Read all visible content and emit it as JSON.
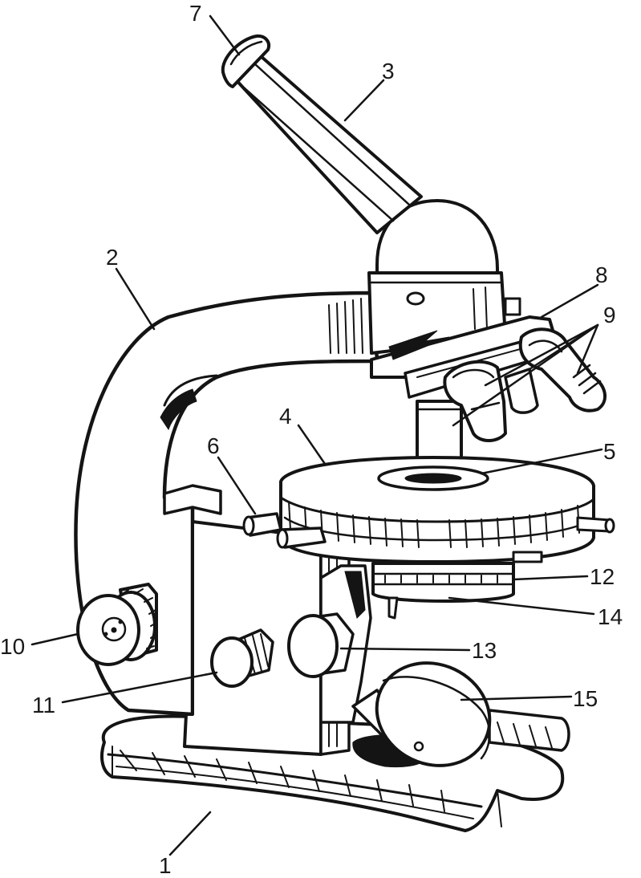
{
  "labels": {
    "base": "1",
    "arm": "2",
    "tube": "3",
    "stage": "4",
    "stage_opening": "5",
    "stage_clip_screw": "6",
    "eyepiece": "7",
    "revolving_nosepiece": "8",
    "objectives": "9",
    "coarse_focus_knob": "10",
    "fine_focus_knob": "11",
    "condenser": "12",
    "condenser_knob": "13",
    "diaphragm_lever": "14",
    "mirror": "15"
  }
}
